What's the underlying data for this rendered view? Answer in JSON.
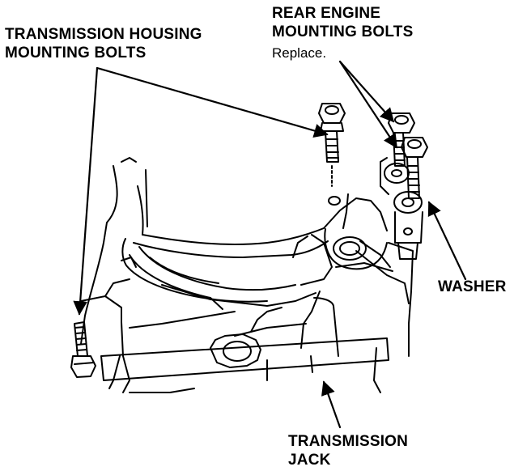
{
  "labels": {
    "housing_bolts_line1": "TRANSMISSION HOUSING",
    "housing_bolts_line2": "MOUNTING BOLTS",
    "rear_bolts_line1": "REAR ENGINE",
    "rear_bolts_line2": "MOUNTING BOLTS",
    "rear_bolts_note": "Replace.",
    "washer": "WASHER",
    "jack_line1": "TRANSMISSION",
    "jack_line2": "JACK"
  },
  "colors": {
    "ink": "#000000",
    "paper": "#ffffff"
  }
}
